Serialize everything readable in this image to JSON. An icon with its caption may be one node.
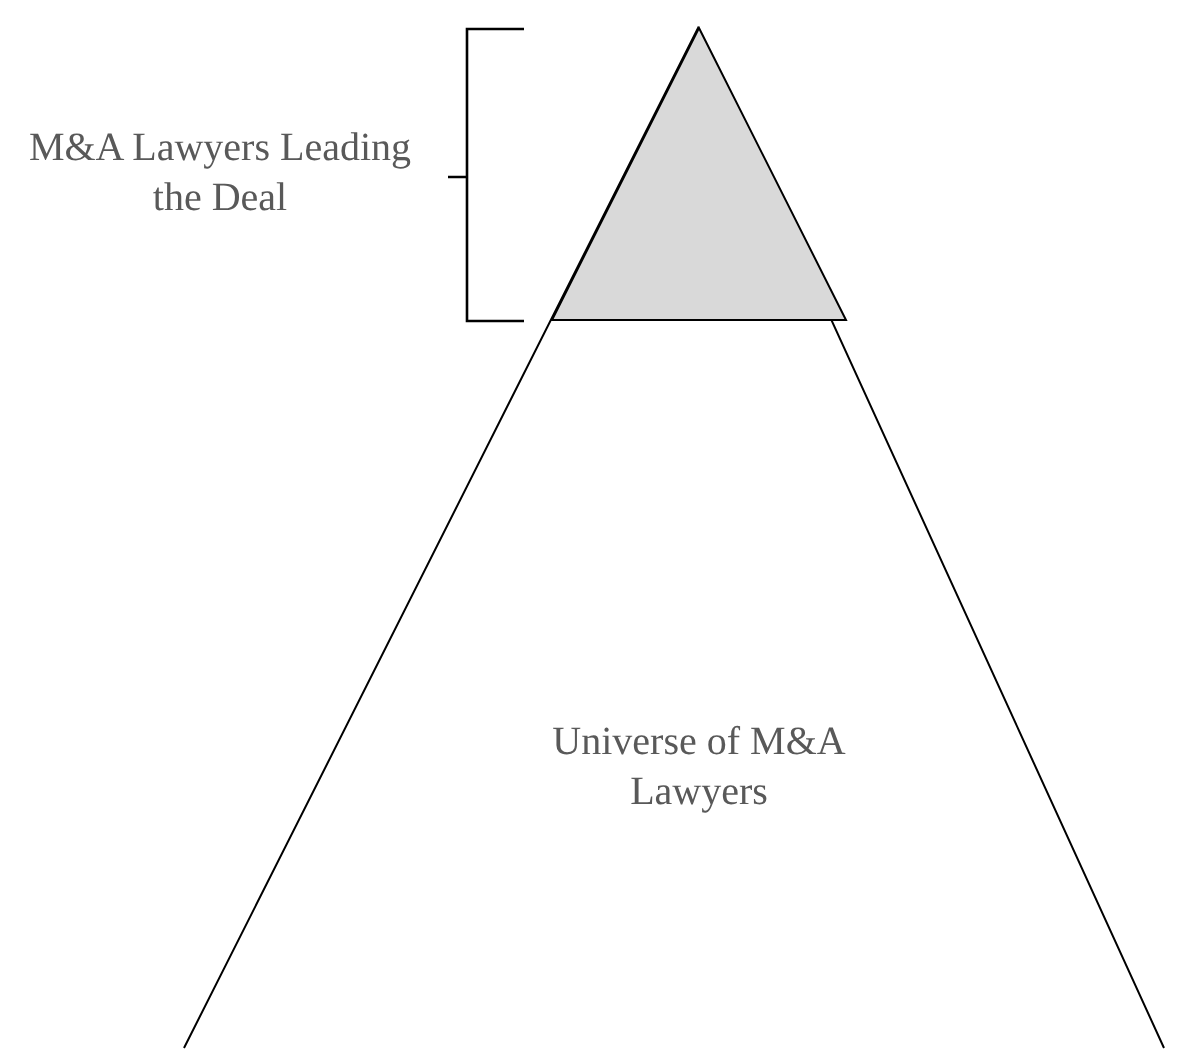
{
  "diagram": {
    "nodes": [
      {
        "text": [
          "Universe of M&A Lawyers"
        ]
      },
      {
        "text": [],
        "shape": "triangle",
        "in": 0
      }
    ],
    "labels": [
      "M&A Lawyers Leading the Deal"
    ]
  }
}
